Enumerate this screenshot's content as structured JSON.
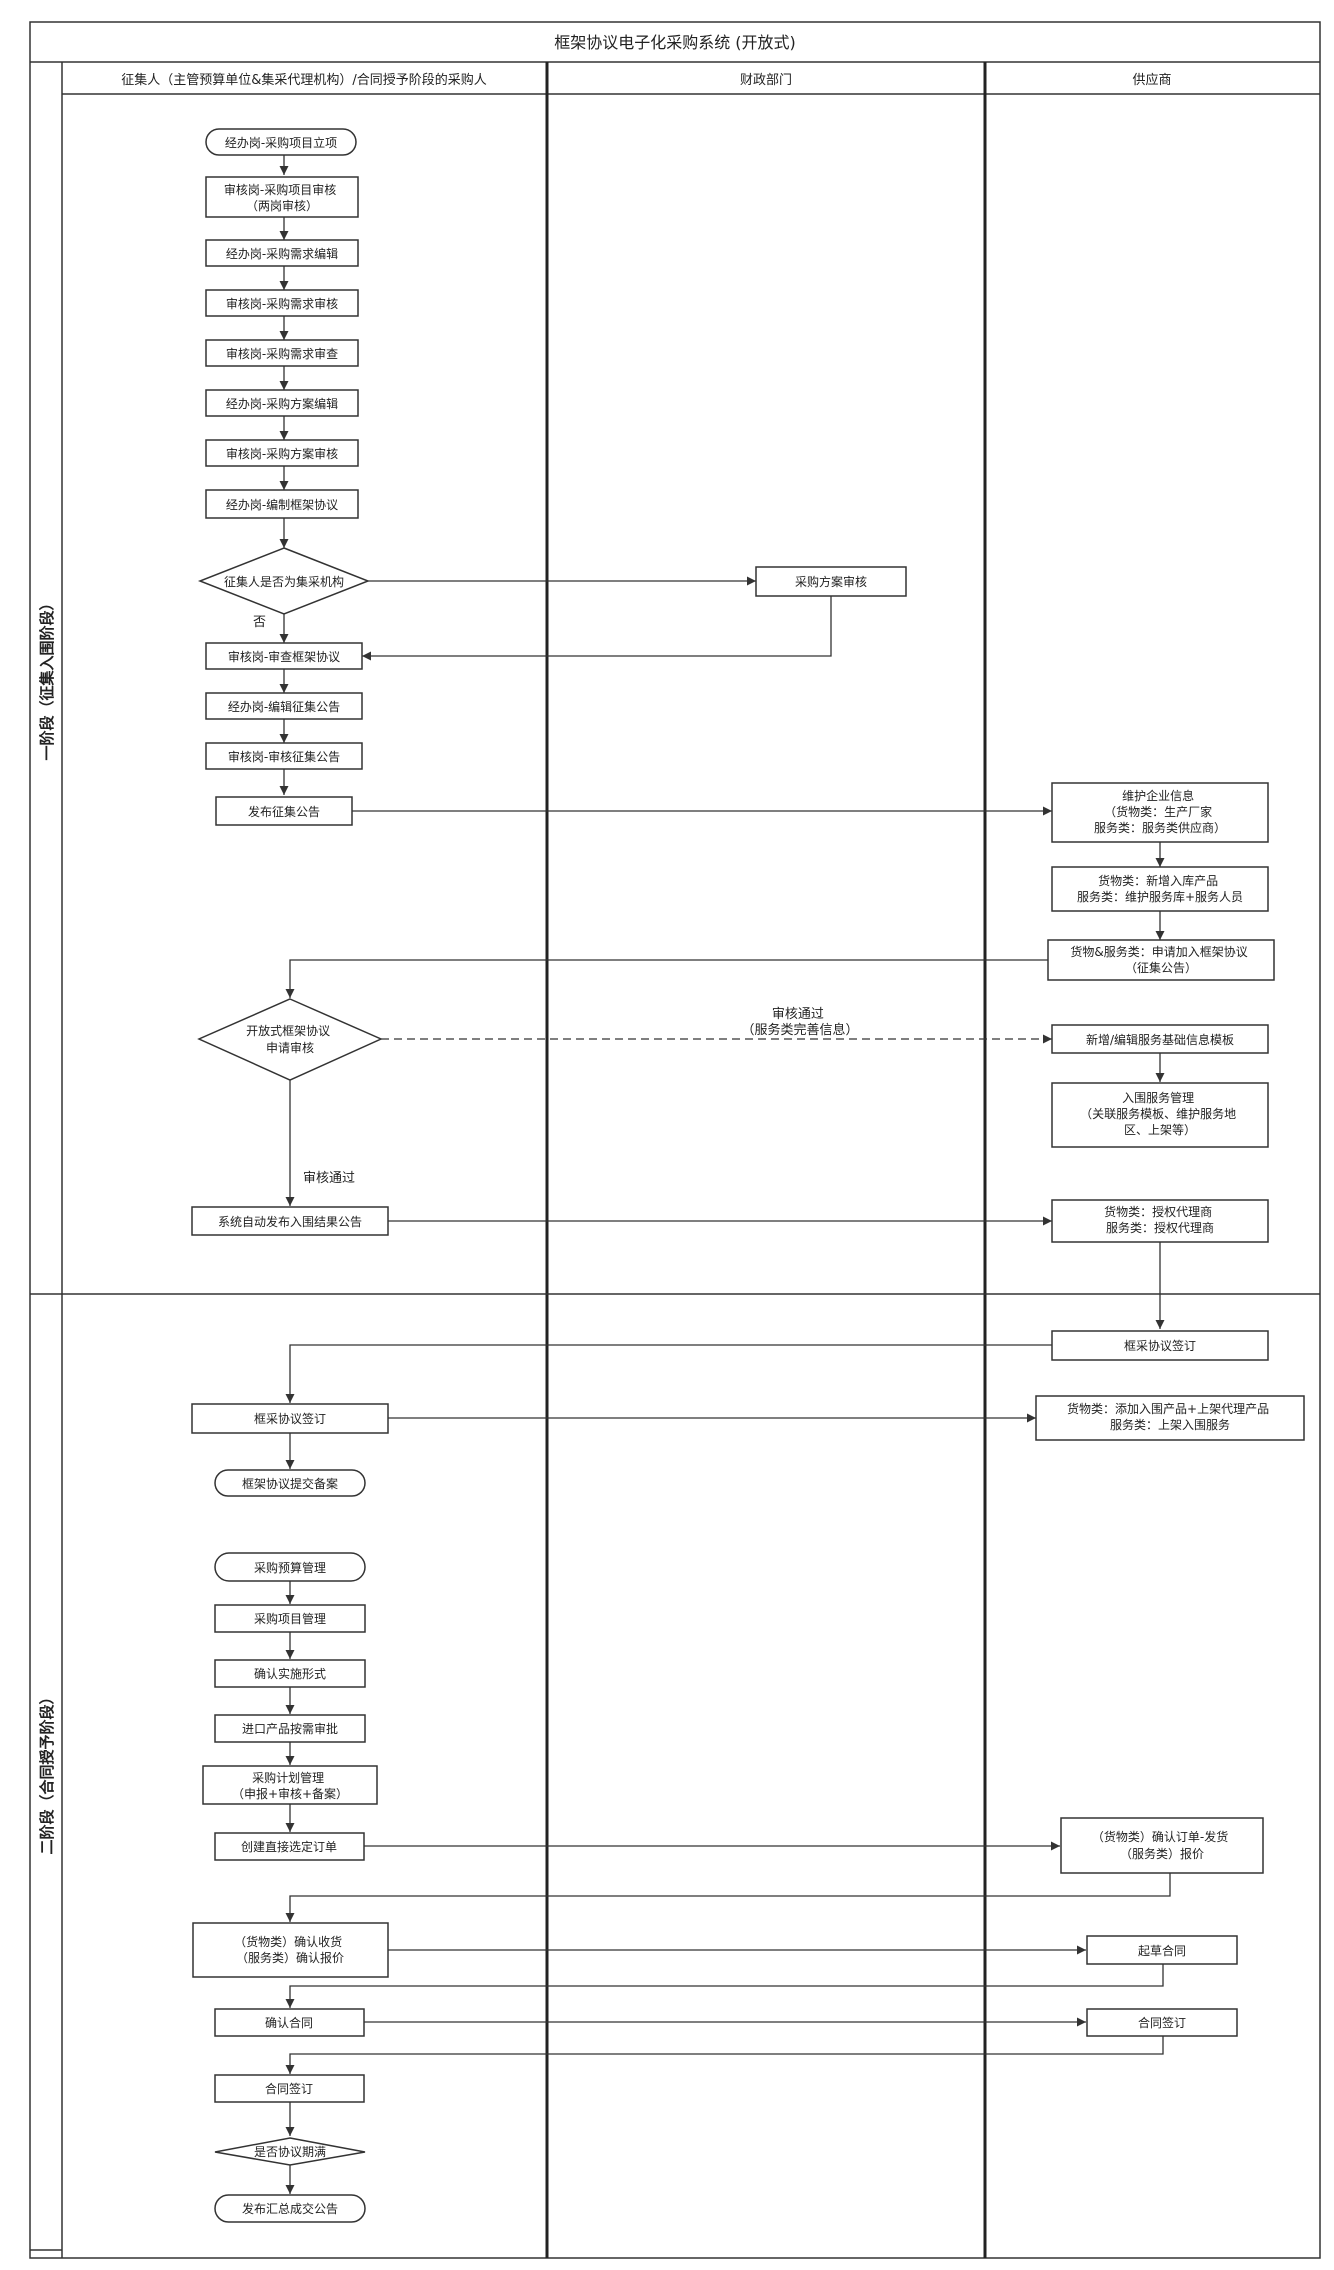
{
  "title": "框架协议电子化采购系统 (开放式)",
  "lanes": {
    "col1": "征集人（主管预算单位&集采代理机构）/合同授予阶段的采购人",
    "col2": "财政部门",
    "col3": "供应商"
  },
  "phases": {
    "phase1": "一阶段（征集入围阶段）",
    "phase2": "二阶段（合同授予阶段）"
  },
  "nodes": {
    "n1": "经办岗-采购项目立项",
    "n2": [
      "审核岗-采购项目审核",
      "（两岗审核）"
    ],
    "n3": "经办岗-采购需求编辑",
    "n4": "审核岗-采购需求审核",
    "n5": "审核岗-采购需求审查",
    "n6": "经办岗-采购方案编辑",
    "n7": "审核岗-采购方案审核",
    "n8": "经办岗-编制框架协议",
    "d1": "征集人是否为集采机构",
    "fin1": "采购方案审核",
    "n9": "审核岗-审查框架协议",
    "n10": "经办岗-编辑征集公告",
    "n11": "审核岗-审核征集公告",
    "n12": "发布征集公告",
    "s1": [
      "维护企业信息",
      "（货物类：生产厂家",
      "服务类：服务类供应商）"
    ],
    "s2": [
      "货物类：新增入库产品",
      "服务类：维护服务库+服务人员"
    ],
    "s3": [
      "货物&服务类：申请加入框架协议",
      "（征集公告）"
    ],
    "d2": [
      "开放式框架协议",
      "申请审核"
    ],
    "s4": "新增/编辑服务基础信息模板",
    "s5": [
      "入围服务管理",
      "（关联服务模板、维护服务地",
      "区、上架等）"
    ],
    "n13": "系统自动发布入围结果公告",
    "s6": [
      "货物类：授权代理商",
      "服务类：授权代理商"
    ],
    "s7": "框采协议签订",
    "n14": "框采协议签订",
    "s8": [
      "货物类：添加入围产品+上架代理产品",
      "服务类：上架入围服务"
    ],
    "n15": "框架协议提交备案",
    "n16": "采购预算管理",
    "n17": "采购项目管理",
    "n18": "确认实施形式",
    "n19": "进口产品按需审批",
    "n20": [
      "采购计划管理",
      "（申报+审核+备案）"
    ],
    "n21": "创建直接选定订单",
    "s9": [
      "（货物类）确认订单-发货",
      "（服务类）报价"
    ],
    "n22": [
      "（货物类）确认收货",
      "（服务类）确认报价"
    ],
    "s10": "起草合同",
    "n23": "确认合同",
    "s11": "合同签订",
    "n24": "合同签订",
    "d3": "是否协议期满",
    "n25": "发布汇总成交公告"
  },
  "edge_labels": {
    "no": "否",
    "approved": "审核通过",
    "approved_dashed": [
      "审核通过",
      "（服务类完善信息）"
    ]
  }
}
